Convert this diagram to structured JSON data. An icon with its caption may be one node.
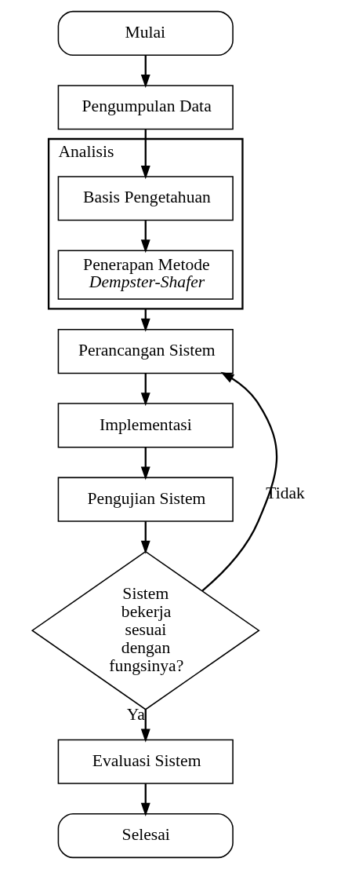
{
  "diagram": {
    "nodes": [
      {
        "text": [
          "Mulai"
        ]
      },
      {
        "text": [
          "Pengumpulan Data"
        ]
      },
      {
        "text": [
          "Analisis"
        ]
      },
      {
        "text": [
          "Basis Pengetahuan"
        ],
        "in": 2
      },
      {
        "text": [
          "Penerapan Metode *Dempster-Shafer*"
        ],
        "in": 2
      },
      {
        "text": [
          "Perancangan Sistem"
        ]
      },
      {
        "text": [
          "Implementasi"
        ]
      },
      {
        "text": [
          "Pengujian Sistem"
        ]
      },
      {
        "text": [
          "Sistem bekerja sesuai dengan fungsinya?"
        ]
      },
      {
        "text": [
          "Evaluasi Sistem"
        ]
      },
      {
        "text": [
          "Selesai"
        ]
      }
    ],
    "edges": [
      {
        "from": 0,
        "to": 1,
        "arrow": "to"
      },
      {
        "from": 1,
        "to": 3,
        "arrow": "to"
      },
      {
        "from": 3,
        "to": 4,
        "arrow": "to"
      },
      {
        "from": 2,
        "to": 5,
        "arrow": "to"
      },
      {
        "from": 5,
        "to": 6,
        "arrow": "to"
      },
      {
        "from": 6,
        "to": 7,
        "arrow": "to"
      },
      {
        "from": 7,
        "to": 8,
        "arrow": "to"
      },
      {
        "from": 8,
        "to": 5,
        "arrow": "to",
        "label": "Tidak"
      },
      {
        "from": 8,
        "to": 9,
        "arrow": "to",
        "label": "Ya"
      },
      {
        "from": 9,
        "to": 10,
        "arrow": "to"
      }
    ]
  }
}
